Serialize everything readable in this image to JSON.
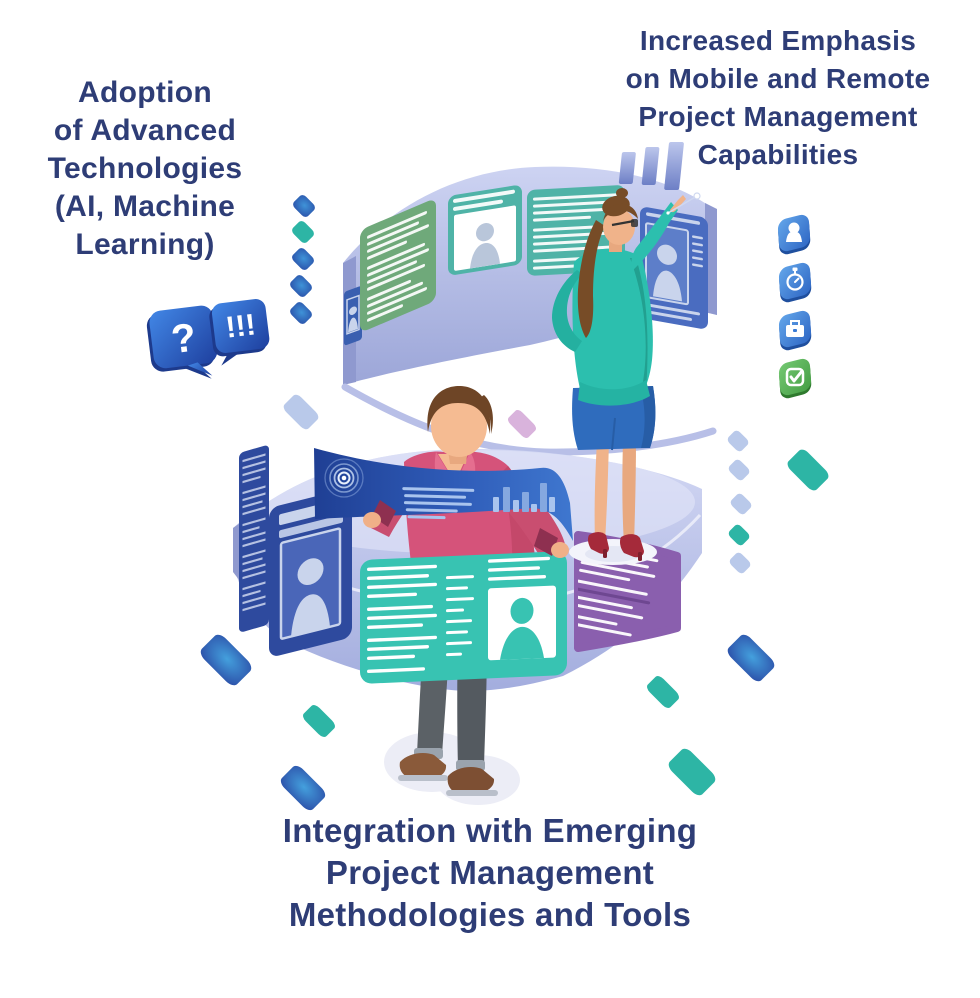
{
  "figure": {
    "labels": {
      "top_left": {
        "lines": [
          "Adoption",
          "of Advanced",
          "Technologies",
          "(AI, Machine",
          "Learning)"
        ]
      },
      "top_right": {
        "lines": [
          "Increased Emphasis",
          "on Mobile and Remote",
          "Project Management",
          "Capabilities"
        ]
      },
      "bottom": {
        "lines": [
          "Integration with Emerging",
          "Project Management",
          "Methodologies and Tools"
        ]
      }
    },
    "speech_bubbles": {
      "question": "?",
      "exclamation": "!!!"
    },
    "icons": [
      "user-icon",
      "stopwatch-icon",
      "briefcase-icon",
      "checkmark-icon",
      "bar-chart-icon",
      "target-icon"
    ],
    "colors": {
      "label_text": "#2e3d76",
      "band": "#b9c0e8",
      "teal_panel": "#38c3b2",
      "green_panel": "#6fa97a",
      "navy_panel": "#2e4a9e",
      "blue_panel": "#4a6cc0",
      "purple_panel": "#8a5fae",
      "banner_blue": "#2a52ae",
      "shirt_pink": "#d5537a",
      "jacket_teal": "#2cbfae",
      "diamond_blue": "#2d63c4",
      "diamond_teal": "#2db5a5",
      "icon_green": "#56b054"
    }
  }
}
